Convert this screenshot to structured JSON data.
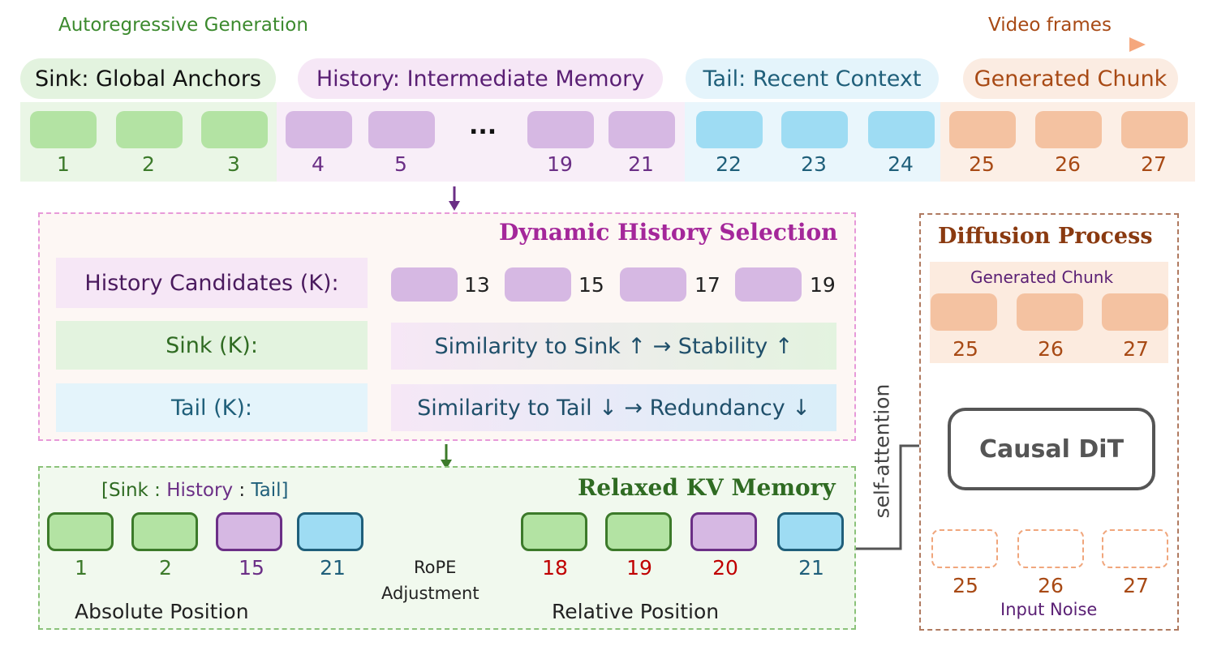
{
  "header": {
    "left_label": "Autoregressive Generation",
    "right_label": "Video frames"
  },
  "legend": {
    "sink": "Sink: Global Anchors",
    "history": "History: Intermediate Memory",
    "tail": "Tail: Recent Context",
    "generated": "Generated Chunk"
  },
  "frames": {
    "sink": [
      "1",
      "2",
      "3"
    ],
    "history": [
      "4",
      "5",
      "19",
      "21"
    ],
    "ellipsis": "...",
    "tail": [
      "22",
      "23",
      "24"
    ],
    "generated": [
      "25",
      "26",
      "27"
    ]
  },
  "selection": {
    "title": "Dynamic History Selection",
    "candidates_label": "History Candidates (K):",
    "candidates": [
      "13",
      "15",
      "17",
      "19"
    ],
    "sink_label": "Sink (K):",
    "sink_rule": "Similarity to Sink ↑ → Stability ↑",
    "tail_label": "Tail (K):",
    "tail_rule": "Similarity to Tail ↓ →  Redundancy ↓"
  },
  "memory": {
    "title": "Relaxed KV Memory",
    "bracket_open": "[Sink : ",
    "bracket_history": "History",
    "bracket_sep": " : ",
    "bracket_tail": "Tail]",
    "left_positions": [
      "1",
      "2",
      "15",
      "21"
    ],
    "right_positions": [
      "18",
      "19",
      "20",
      "21"
    ],
    "rope_label_1": "RoPE",
    "rope_label_2": "Adjustment",
    "absolute": "Absolute Position",
    "relative": "Relative Position"
  },
  "diffusion": {
    "title": "Diffusion Process",
    "generated_label": "Generated Chunk",
    "outputs": [
      "25",
      "26",
      "27"
    ],
    "model": "Causal DiT",
    "inputs": [
      "25",
      "26",
      "27"
    ],
    "input_label": "Input Noise",
    "side_label": "self-attention"
  },
  "colors": {
    "green": "#3c7a2a",
    "purple": "#6b2f86",
    "blue": "#1f5f7a",
    "orange": "#a84a15",
    "red": "#c00000",
    "brown": "#8a3a10"
  }
}
